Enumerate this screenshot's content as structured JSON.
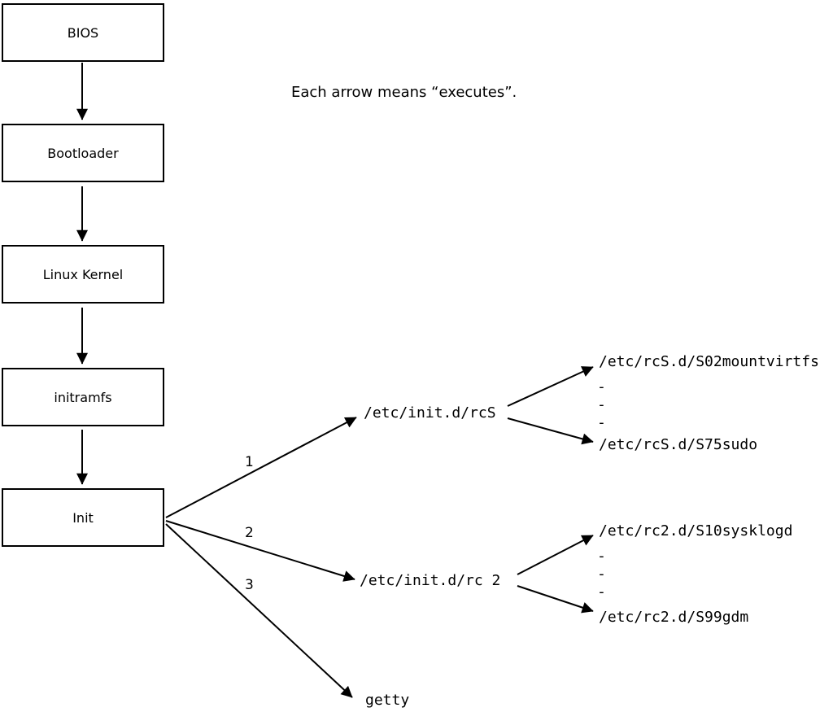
{
  "caption": "Each arrow means “executes”.",
  "chain": [
    {
      "label": "BIOS"
    },
    {
      "label": "Bootloader"
    },
    {
      "label": "Linux Kernel"
    },
    {
      "label": "initramfs"
    },
    {
      "label": "Init"
    }
  ],
  "init_branches": [
    {
      "number": "1",
      "target": "/etc/init.d/rcS"
    },
    {
      "number": "2",
      "target": "/etc/init.d/rc 2"
    },
    {
      "number": "3",
      "target": "getty"
    }
  ],
  "rcS_children": {
    "first": "/etc/rcS.d/S02mountvirtfs",
    "dashes": [
      "-",
      "-",
      "-"
    ],
    "last": "/etc/rcS.d/S75sudo"
  },
  "rc2_children": {
    "first": "/etc/rc2.d/S10sysklogd",
    "dashes": [
      "-",
      "-",
      "-"
    ],
    "last": "/etc/rc2.d/S99gdm"
  },
  "colors": {
    "background": "#ffffff",
    "foreground": "#000000"
  }
}
